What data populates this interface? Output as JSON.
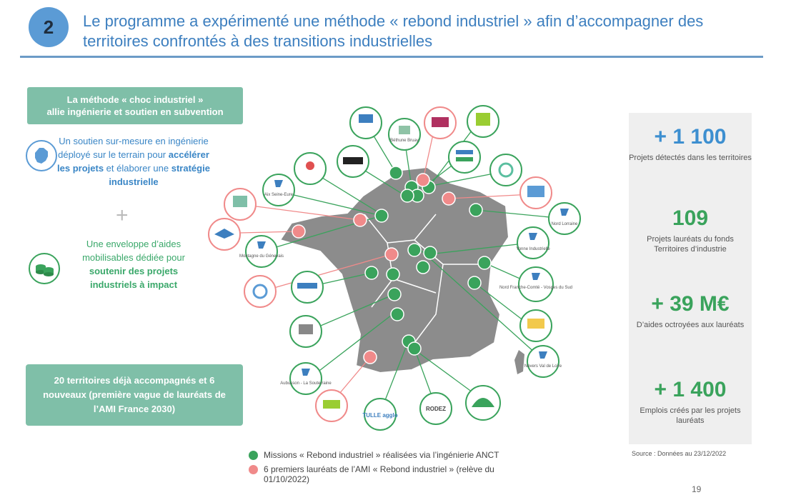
{
  "header": {
    "slide_number": "2",
    "title": "Le programme a expérimenté une méthode « rebond industriel » afin d’accompagner des territoires confrontés à des transitions industrielles"
  },
  "method_box": {
    "line1": "La méthode « choc industriel »",
    "line2": "allie ingénierie et soutien en subvention"
  },
  "feature1": {
    "icon": "france-map-icon",
    "text1": "Un soutien sur-mesure en ingénierie déployé sur le terrain pour ",
    "bold1": "accélérer les projets",
    "text2": " et élaborer une ",
    "bold2": "stratégie industrielle"
  },
  "separator": "+",
  "feature2": {
    "icon": "coins-icon",
    "text1": "Une enveloppe d’aides mobilisables dédiée pour ",
    "bold1": "soutenir des projets industriels à impact"
  },
  "territories_box": "20 territoires déjà accompagnés et 6 nouveaux (première vague de lauréats de l’AMI France 2030)",
  "map": {
    "territory_labels": [
      {
        "id": "aix",
        "text": "Aix Seine-Eure"
      },
      {
        "id": "nord-lorraine",
        "text": "Nord Lorraine"
      },
      {
        "id": "yonne",
        "text": "Yonne Industrielle"
      },
      {
        "id": "montagne",
        "text": "Montagne du Génevais"
      },
      {
        "id": "nfcv",
        "text": "Nord Franche-Comté - Vosges du Sud"
      },
      {
        "id": "nevers",
        "text": "Nevers Val de Loire"
      },
      {
        "id": "aubusson",
        "text": "Aubusson - La Souterraine"
      },
      {
        "id": "tulle",
        "text": "TULLE agglo"
      },
      {
        "id": "rodez",
        "text": "RODEZ"
      },
      {
        "id": "bethune",
        "text": "Béthune Bruay"
      }
    ]
  },
  "legend": {
    "green_label": "Missions « Rebond industriel » réalisées via l’ingénierie ANCT",
    "red_label": "6 premiers lauréats de l’AMI « Rebond industriel » (relève du 01/10/2022)",
    "green_color": "#3aa35c",
    "red_color": "#f08a8a"
  },
  "stats": [
    {
      "value": "+ 1 100",
      "label": "Projets détectés dans les territoires",
      "color": "blue"
    },
    {
      "value": "109",
      "label": "Projets lauréats du fonds Territoires d’industrie",
      "color": "green"
    },
    {
      "value": "+ 39 M€",
      "label": "D’aides octroyées aux lauréats",
      "color": "green"
    },
    {
      "value": "+ 1 400",
      "label": "Emplois créés par les projets lauréats",
      "color": "green"
    }
  ],
  "source": "Source : Données au 23/12/2022",
  "page_number": "19"
}
